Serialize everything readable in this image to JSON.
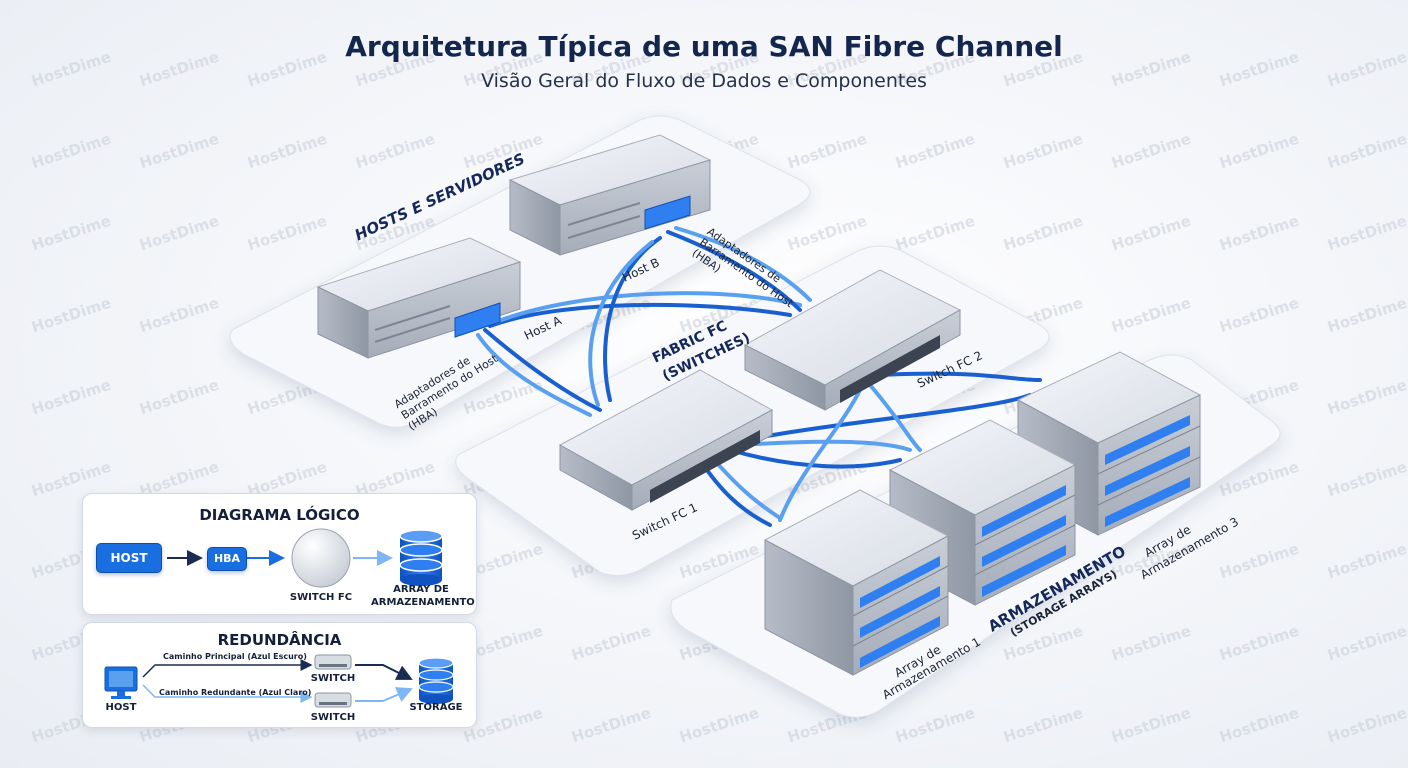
{
  "header": {
    "title": "Arquitetura Típica de uma SAN Fibre Channel",
    "subtitle": "Visão Geral do Fluxo de Dados e Componentes"
  },
  "watermark": "HostDime",
  "hosts_section": {
    "title": "HOSTS E SERVIDORES",
    "host_a": "Host A",
    "host_b": "Host B",
    "hba_a": "Adaptadores de Barramento do Host (HBA)",
    "hba_b": "Adaptadores de Barramento do Host (HBA)"
  },
  "fabric_section": {
    "title_line1": "FABRIC FC",
    "title_line2": "(SWITCHES)",
    "switch1": "Switch FC 1",
    "switch2": "Switch FC 2"
  },
  "storage_section": {
    "title_line1": "ARMAZENAMENTO",
    "title_line2": "(STORAGE ARRAYS)",
    "array1_line1": "Array de",
    "array1_line2": "Armazenamento 1",
    "array3_line1": "Array de",
    "array3_line2": "Armazenamento 3"
  },
  "logical_diagram": {
    "title": "DIAGRAMA LÓGICO",
    "host": "HOST",
    "hba": "HBA",
    "switch": "SWITCH FC",
    "array_line1": "ARRAY DE",
    "array_line2": "ARMAZENAMENTO"
  },
  "redundancy": {
    "title": "REDUNDÂNCIA",
    "primary_path": "Caminho Principal (Azul Escuro)",
    "redundant_path": "Caminho Redundante (Azul Claro)",
    "switch_top": "SWITCH",
    "switch_bottom": "SWITCH",
    "host": "HOST",
    "storage": "STORAGE"
  },
  "colors": {
    "cable_dark": "#1a5fd0",
    "cable_light": "#5aa0f0",
    "accent": "#1a6fe0",
    "title": "#13264d"
  }
}
